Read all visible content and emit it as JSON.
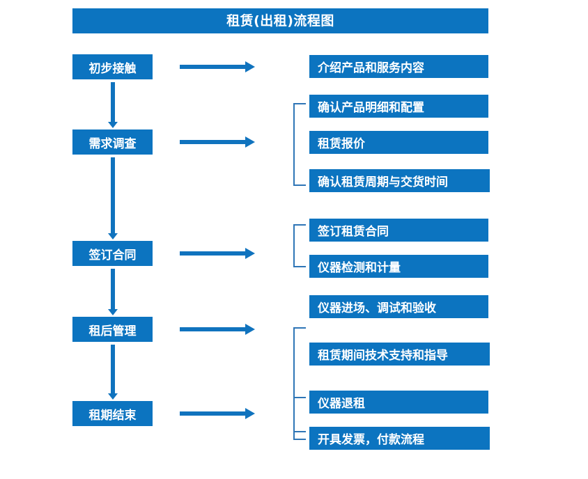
{
  "title": "租赁(出租)流程图",
  "accent_color": "#0C74C0",
  "arrow_color": "#1073BE",
  "bracket_color": "#2E75B6",
  "text_color": "#FFFFFF",
  "background_color": "#FFFFFF",
  "stages": [
    {
      "label": "初步接触"
    },
    {
      "label": "需求调查"
    },
    {
      "label": "签订合同"
    },
    {
      "label": "租后管理"
    },
    {
      "label": "租期结束"
    }
  ],
  "details": [
    {
      "label": "介绍产品和服务内容"
    },
    {
      "label": "确认产品明细和配置"
    },
    {
      "label": "租赁报价"
    },
    {
      "label": "确认租赁周期与交货时间"
    },
    {
      "label": "签订租赁合同"
    },
    {
      "label": "仪器检测和计量"
    },
    {
      "label": "仪器进场、调试和验收"
    },
    {
      "label": "租赁期间技术支持和指导"
    },
    {
      "label": "仪器退租"
    },
    {
      "label": "开具发票，付款流程"
    }
  ],
  "flow_arrows": {
    "down_count": 4,
    "right_count": 5
  },
  "brackets": {
    "count": 4,
    "groups": [
      [
        "确认产品明细和配置",
        "租赁报价",
        "确认租赁周期与交货时间"
      ],
      [
        "签订租赁合同",
        "仪器检测和计量"
      ],
      [
        "仪器进场、调试和验收",
        "租赁期间技术支持和指导"
      ],
      [
        "仪器退租",
        "开具发票，付款流程"
      ]
    ]
  }
}
